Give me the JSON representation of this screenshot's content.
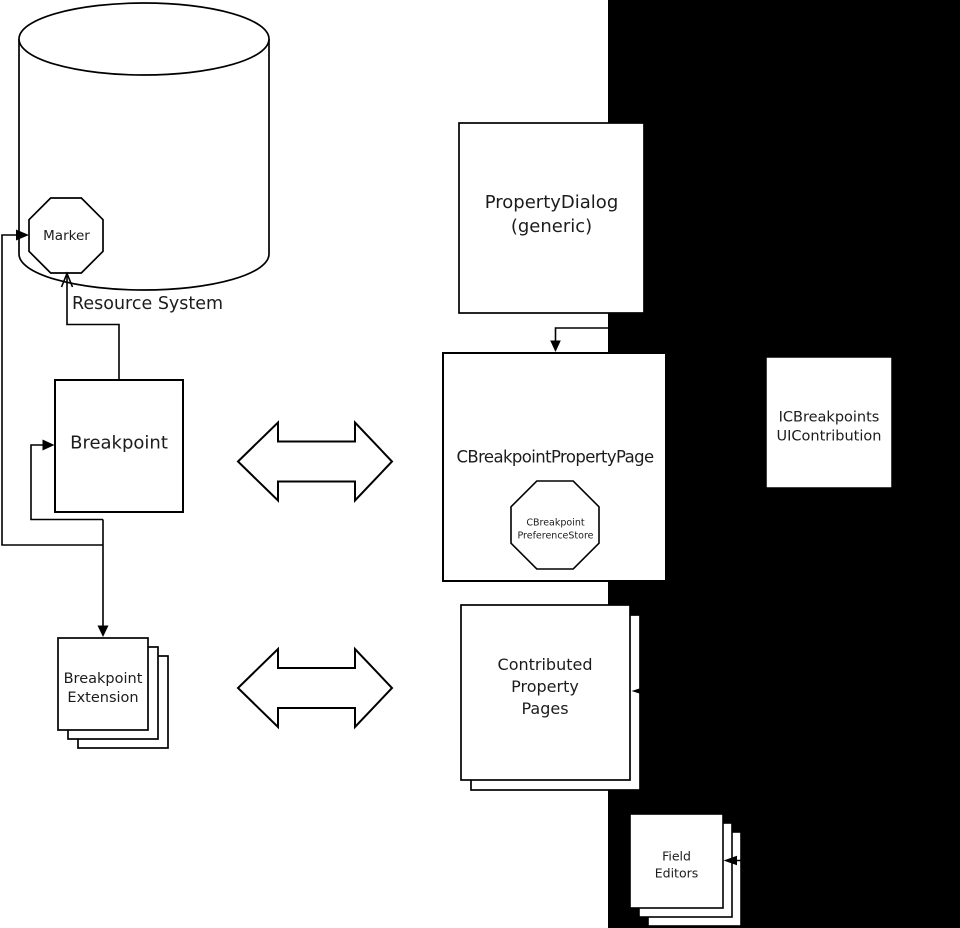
{
  "colors": {
    "background_left": "#ffffff",
    "background_right": "#000000",
    "shape_fill": "#ffffff",
    "line": "#000000",
    "text": "#1c1c1c"
  },
  "nodes": {
    "resource_system": {
      "label": "Resource System"
    },
    "marker": {
      "label": "Marker"
    },
    "breakpoint": {
      "label": "Breakpoint"
    },
    "breakpoint_extension": {
      "lines": [
        "Breakpoint",
        "Extension"
      ]
    },
    "property_dialog": {
      "lines": [
        "PropertyDialog",
        "(generic)"
      ]
    },
    "cbreakpoint_property_page": {
      "label": "CBreakpointPropertyPage"
    },
    "cbreakpoint_preference_store": {
      "lines": [
        "CBreakpoint",
        "PreferenceStore"
      ]
    },
    "icbreakpoints_uicontribution": {
      "lines": [
        "ICBreakpoints",
        "UIContribution"
      ]
    },
    "contributed_property_pages": {
      "lines": [
        "Contributed",
        "Property",
        "Pages"
      ]
    },
    "field_editors": {
      "lines": [
        "Field",
        "Editors"
      ]
    }
  }
}
